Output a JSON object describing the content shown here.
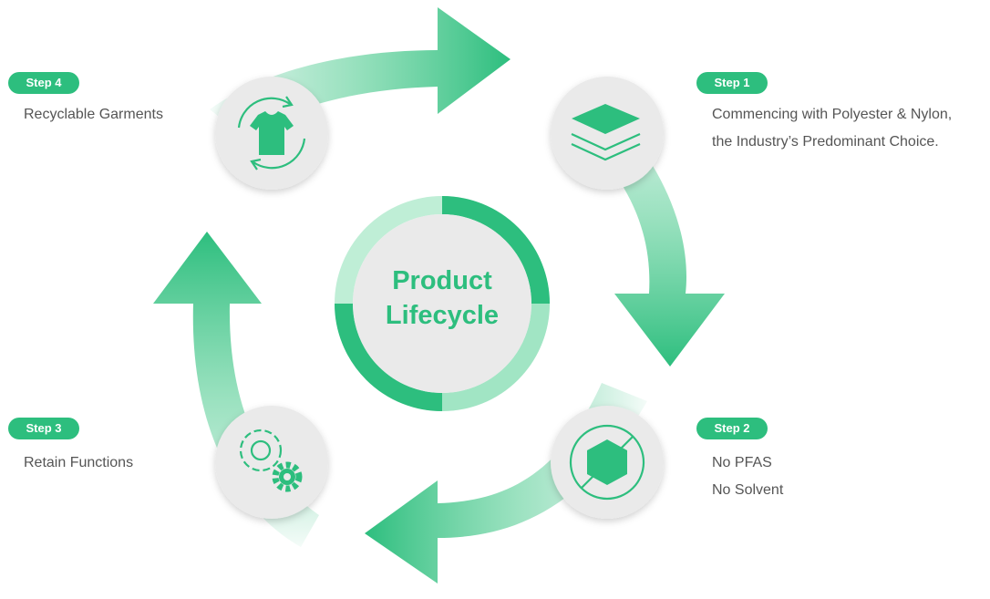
{
  "center": {
    "line1": "Product",
    "line2": "Lifecycle"
  },
  "steps": [
    {
      "badge": "Step 1",
      "lines": [
        "Commencing with Polyester & Nylon,",
        "the Industry’s Predominant Choice."
      ],
      "icon": "layers-icon"
    },
    {
      "badge": "Step 2",
      "lines": [
        "No PFAS",
        "No Solvent"
      ],
      "icon": "no-hexagon-icon"
    },
    {
      "badge": "Step 3",
      "lines": [
        "Retain Functions"
      ],
      "icon": "gears-icon"
    },
    {
      "badge": "Step 4",
      "lines": [
        "Recyclable Garments"
      ],
      "icon": "recycle-shirt-icon"
    }
  ],
  "colors": {
    "accent": "#2dbe7e",
    "accent_light": "#bfeed6",
    "circle_fill": "#eaeaea",
    "text": "#555555"
  }
}
